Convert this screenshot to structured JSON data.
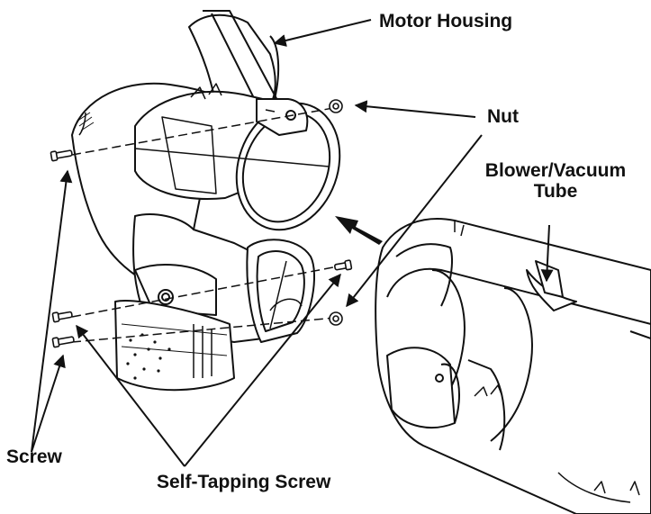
{
  "labels": {
    "motor_housing": "Motor Housing",
    "nut": "Nut",
    "blower_vacuum_line1": "Blower/Vacuum",
    "blower_vacuum_line2": "Tube",
    "screw": "Screw",
    "self_tapping_screw": "Self-Tapping Screw"
  },
  "colors": {
    "line": "#111111",
    "background": "#ffffff"
  }
}
